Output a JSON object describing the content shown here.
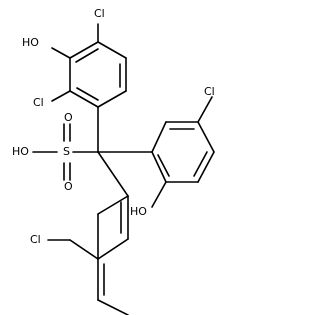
{
  "atoms": {
    "cl_top": "Cl",
    "ho_top": "HO",
    "cl_left": "Cl",
    "cl_right": "Cl",
    "ho_sulfonic": "HO",
    "s_sulfonic": "S",
    "o_upper": "O",
    "o_lower": "O",
    "oh_right": "HO",
    "cl_bottom": "Cl"
  }
}
